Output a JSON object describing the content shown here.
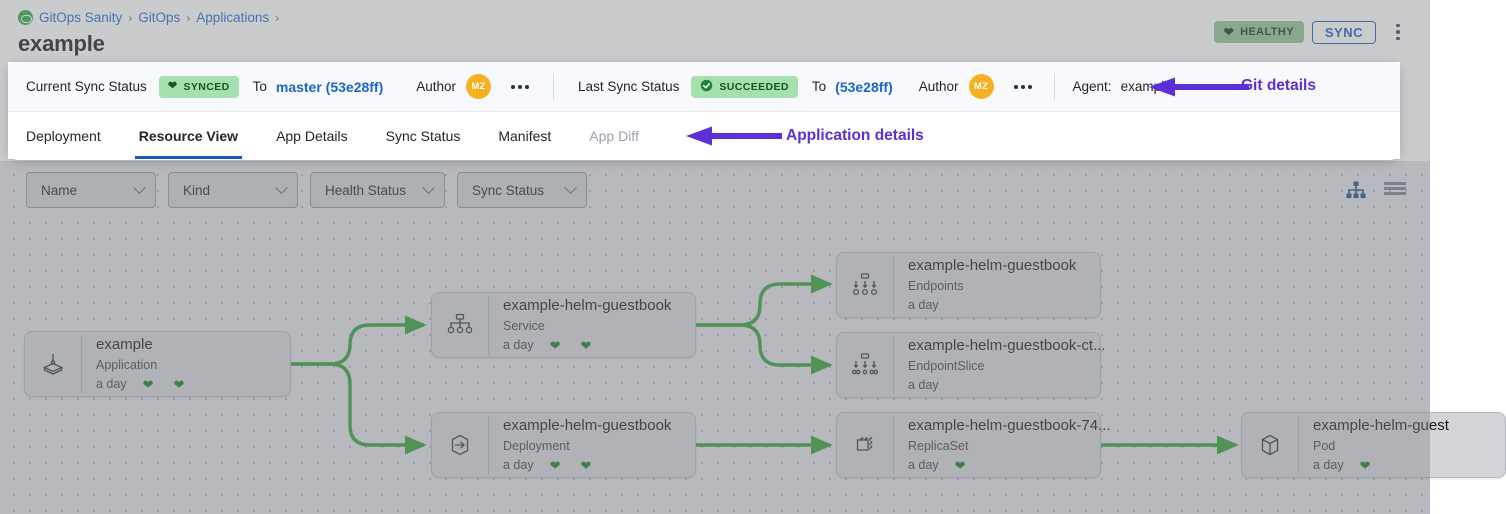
{
  "header": {
    "breadcrumb": [
      {
        "label": "GitOps Sanity",
        "icon": "gitops-logo-icon"
      },
      {
        "label": "GitOps"
      },
      {
        "label": "Applications"
      }
    ],
    "title": "example",
    "health_badge": {
      "label": "HEALTHY",
      "icon": "heart-icon",
      "color": "#8cc195"
    },
    "sync_button": {
      "label": "SYNC",
      "color": "#1b5bbd"
    },
    "overflow_menu": "kebab-menu-icon"
  },
  "sync_bar": {
    "current_sync_status_label": "Current Sync Status",
    "current_sync_badge": {
      "label": "SYNCED",
      "icon": "heart-icon"
    },
    "current_to_label": "To",
    "current_revision": "master (53e28ff)",
    "current_author_label": "Author",
    "current_author_initials": "MZ",
    "last_sync_status_label": "Last Sync Status",
    "last_sync_badge": {
      "label": "SUCCEEDED",
      "icon": "check-circle-icon"
    },
    "last_to_label": "To",
    "last_revision": "(53e28ff)",
    "last_author_label": "Author",
    "last_author_initials": "MZ",
    "agent_label": "Agent:",
    "agent_value": "example"
  },
  "tabs": [
    {
      "label": "Deployment",
      "active": false,
      "muted": false
    },
    {
      "label": "Resource View",
      "active": true,
      "muted": false
    },
    {
      "label": "App Details",
      "active": false,
      "muted": false
    },
    {
      "label": "Sync Status",
      "active": false,
      "muted": false
    },
    {
      "label": "Manifest",
      "active": false,
      "muted": false
    },
    {
      "label": "App Diff",
      "active": false,
      "muted": true
    }
  ],
  "annotations": [
    {
      "text": "Git details",
      "color": "#5b2fd6"
    },
    {
      "text": "Application details",
      "color": "#5b2fd6"
    }
  ],
  "toolbar": {
    "filters": [
      {
        "label": "Name"
      },
      {
        "label": "Kind"
      },
      {
        "label": "Health Status"
      },
      {
        "label": "Sync Status"
      }
    ],
    "views": [
      {
        "name": "tree-view-icon",
        "active": true,
        "color": "#1a4d8f"
      },
      {
        "name": "list-view-icon",
        "active": false,
        "color": "#7b808a"
      }
    ]
  },
  "graph": {
    "nodes": [
      {
        "id": "app",
        "name": "example",
        "kind": "Application",
        "age": "a day",
        "icon": "application-icon",
        "hearts": 2
      },
      {
        "id": "svc",
        "name": "example-helm-guestbook",
        "kind": "Service",
        "age": "a day",
        "icon": "service-icon",
        "hearts": 2
      },
      {
        "id": "deploy",
        "name": "example-helm-guestbook",
        "kind": "Deployment",
        "age": "a day",
        "icon": "deployment-icon",
        "hearts": 2
      },
      {
        "id": "endpoints",
        "name": "example-helm-guestbook",
        "kind": "Endpoints",
        "age": "a day",
        "icon": "endpoints-icon",
        "hearts": 0
      },
      {
        "id": "endpointslice",
        "name": "example-helm-guestbook-ct...",
        "kind": "EndpointSlice",
        "age": "a day",
        "icon": "endpointslice-icon",
        "hearts": 0
      },
      {
        "id": "rs",
        "name": "example-helm-guestbook-74...",
        "kind": "ReplicaSet",
        "age": "a day",
        "icon": "replicaset-icon",
        "hearts": 1
      },
      {
        "id": "pod",
        "name": "example-helm-guest",
        "kind": "Pod",
        "age": "a day",
        "icon": "pod-icon",
        "hearts": 1
      }
    ],
    "edge_color": "#2f9e34"
  }
}
